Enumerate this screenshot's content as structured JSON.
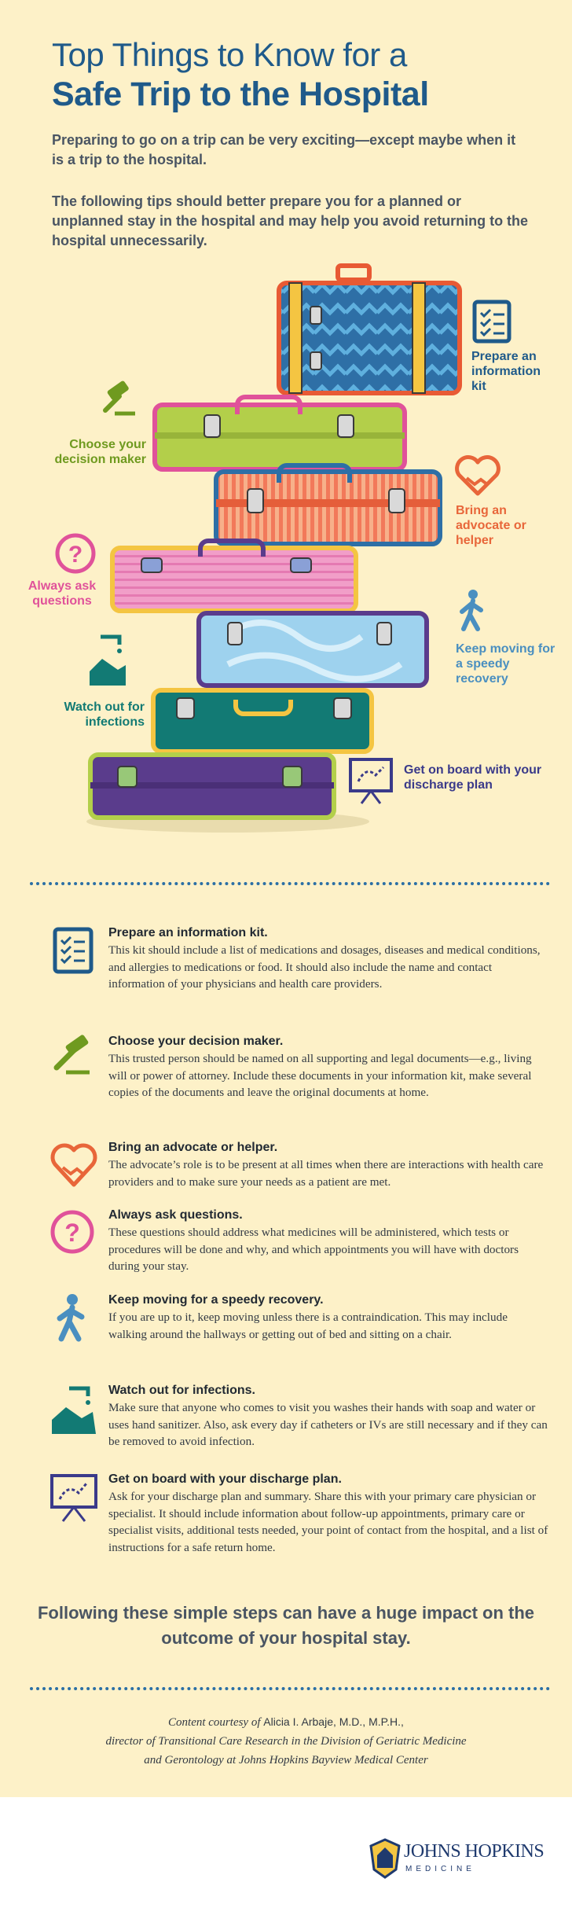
{
  "header": {
    "title_line1": "Top Things to Know for a",
    "title_line2": "Safe Trip to the Hospital"
  },
  "intro": {
    "p1": "Preparing to go on a trip can be very exciting—except maybe when it is a trip to the hospital.",
    "p2": "The following tips should better prepare you for a planned or unplanned stay in the hospital and may help you avoid returning to the hospital unnecessarily."
  },
  "illustration_labels": {
    "info_kit": "Prepare an information kit",
    "decision_maker": "Choose your decision maker",
    "advocate": "Bring an advocate or helper",
    "questions": "Always ask questions",
    "moving": "Keep moving for a speedy recovery",
    "infections": "Watch out for infections",
    "discharge": "Get on board with your discharge plan"
  },
  "colors": {
    "navy": "#1f5a8a",
    "green": "#6f9a1f",
    "orange": "#e8663a",
    "pink": "#e0529a",
    "sky": "#4a8fc0",
    "teal": "#127a74",
    "purple": "#5a3c8c",
    "background": "#fdf1c8"
  },
  "tips": [
    {
      "icon": "checklist-scroll-icon",
      "title": "Prepare an information kit.",
      "body": "This kit should include a list of medications and dosages, diseases and medical conditions, and allergies to medications or food. It should also include the name and contact information of your physicians and health care providers."
    },
    {
      "icon": "gavel-icon",
      "title": "Choose your decision maker.",
      "body": "This trusted person should be named on all supporting and legal documents—e.g., living will or power of attorney. Include these documents in your information kit, make several copies of the documents and leave the original documents at home."
    },
    {
      "icon": "handshake-heart-icon",
      "title": "Bring an advocate or helper.",
      "body": "The advocate’s role is to be present at all times when there are interactions with health care providers and to make sure your needs as a patient are met."
    },
    {
      "icon": "question-mark-icon",
      "title": "Always ask questions.",
      "body": "These questions should address what medicines will be administered, which tests or procedures will be done and why, and which appointments you will have with doctors during your stay."
    },
    {
      "icon": "walking-person-icon",
      "title": "Keep moving for a speedy recovery.",
      "body": "If you are up to it, keep moving unless there is a contraindication. This may include walking around the hallways or getting out of bed and sitting on a chair."
    },
    {
      "icon": "hand-washing-icon",
      "title": "Watch out for infections.",
      "body": "Make sure that anyone who comes to visit you washes their hands with soap and water or uses hand sanitizer. Also, ask every day if catheters or IVs are still necessary and if they can be removed to avoid infection."
    },
    {
      "icon": "plan-board-icon",
      "title": "Get on board with your discharge plan.",
      "body": "Ask for your discharge plan and summary. Share this with your primary care physician or specialist. It should include information about follow-up appointments, primary care or specialist visits, additional tests needed, your point of contact from the hospital, and a list of instructions for a safe return home."
    }
  ],
  "closing": "Following these simple steps can have a huge impact on the outcome of your hospital stay.",
  "credit": {
    "prefix": "Content courtesy of ",
    "name": "Alicia I. Arbaje, M.D., M.P.H.,",
    "line2": "director of Transitional Care Research in the Division of Geriatric Medicine",
    "line3": "and Gerontology at Johns Hopkins Bayview Medical Center"
  },
  "footer": {
    "logo_name": "JOHNS HOPKINS",
    "logo_sub": "MEDICINE"
  }
}
